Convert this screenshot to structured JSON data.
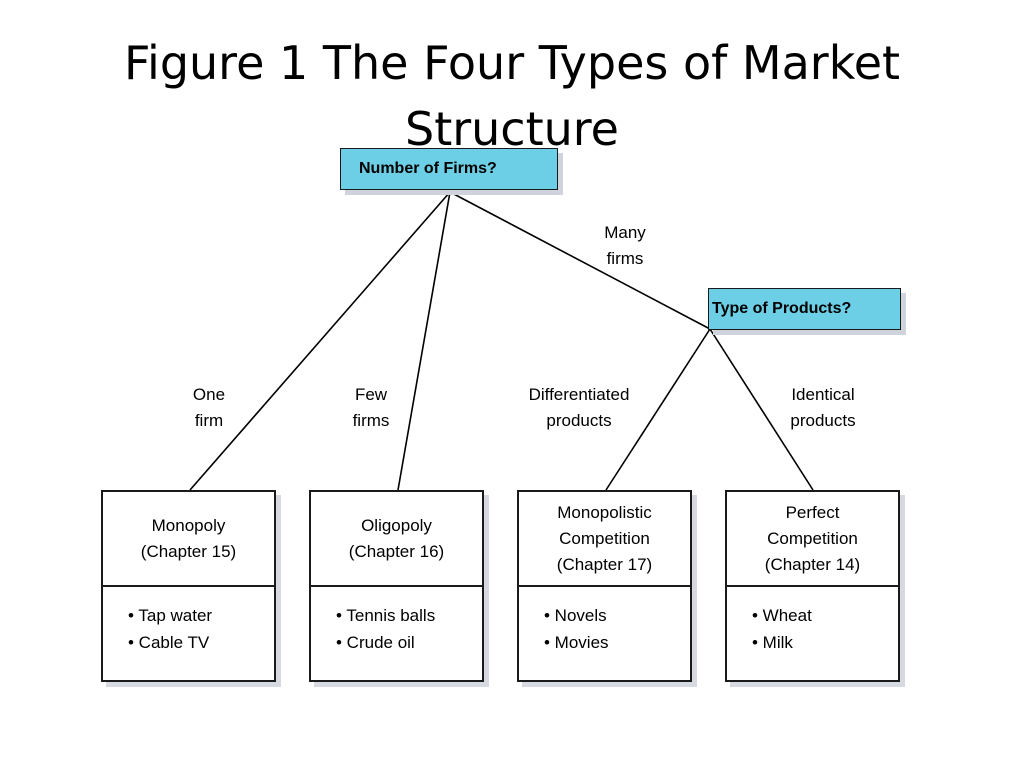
{
  "title": {
    "line1": "Figure 1 The Four Types of Market",
    "line2": "Structure"
  },
  "questions": {
    "firms": "Number of Firms?",
    "products": "Type of Products?"
  },
  "edge_labels": {
    "many_firms": [
      "Many",
      "firms"
    ],
    "one_firm": [
      "One",
      "firm"
    ],
    "few_firms": [
      "Few",
      "firms"
    ],
    "differentiated": [
      "Differentiated",
      "products"
    ],
    "identical": [
      "Identical",
      "products"
    ]
  },
  "markets": [
    {
      "name": "Monopoly",
      "chapter": "(Chapter 15)",
      "examples": [
        "• Tap water",
        "• Cable TV"
      ]
    },
    {
      "name": "Oligopoly",
      "chapter": "(Chapter 16)",
      "examples": [
        "• Tennis balls",
        "• Crude oil"
      ]
    },
    {
      "name_line1": "Monopolistic",
      "name_line2": "Competition",
      "chapter": "(Chapter 17)",
      "examples": [
        "• Novels",
        "• Movies"
      ]
    },
    {
      "name_line1": "Perfect",
      "name_line2": "Competition",
      "chapter": "(Chapter 14)",
      "examples": [
        "• Wheat",
        "• Milk"
      ]
    }
  ],
  "colors": {
    "question_box": "#6dcfe6",
    "lines": "#000000"
  }
}
